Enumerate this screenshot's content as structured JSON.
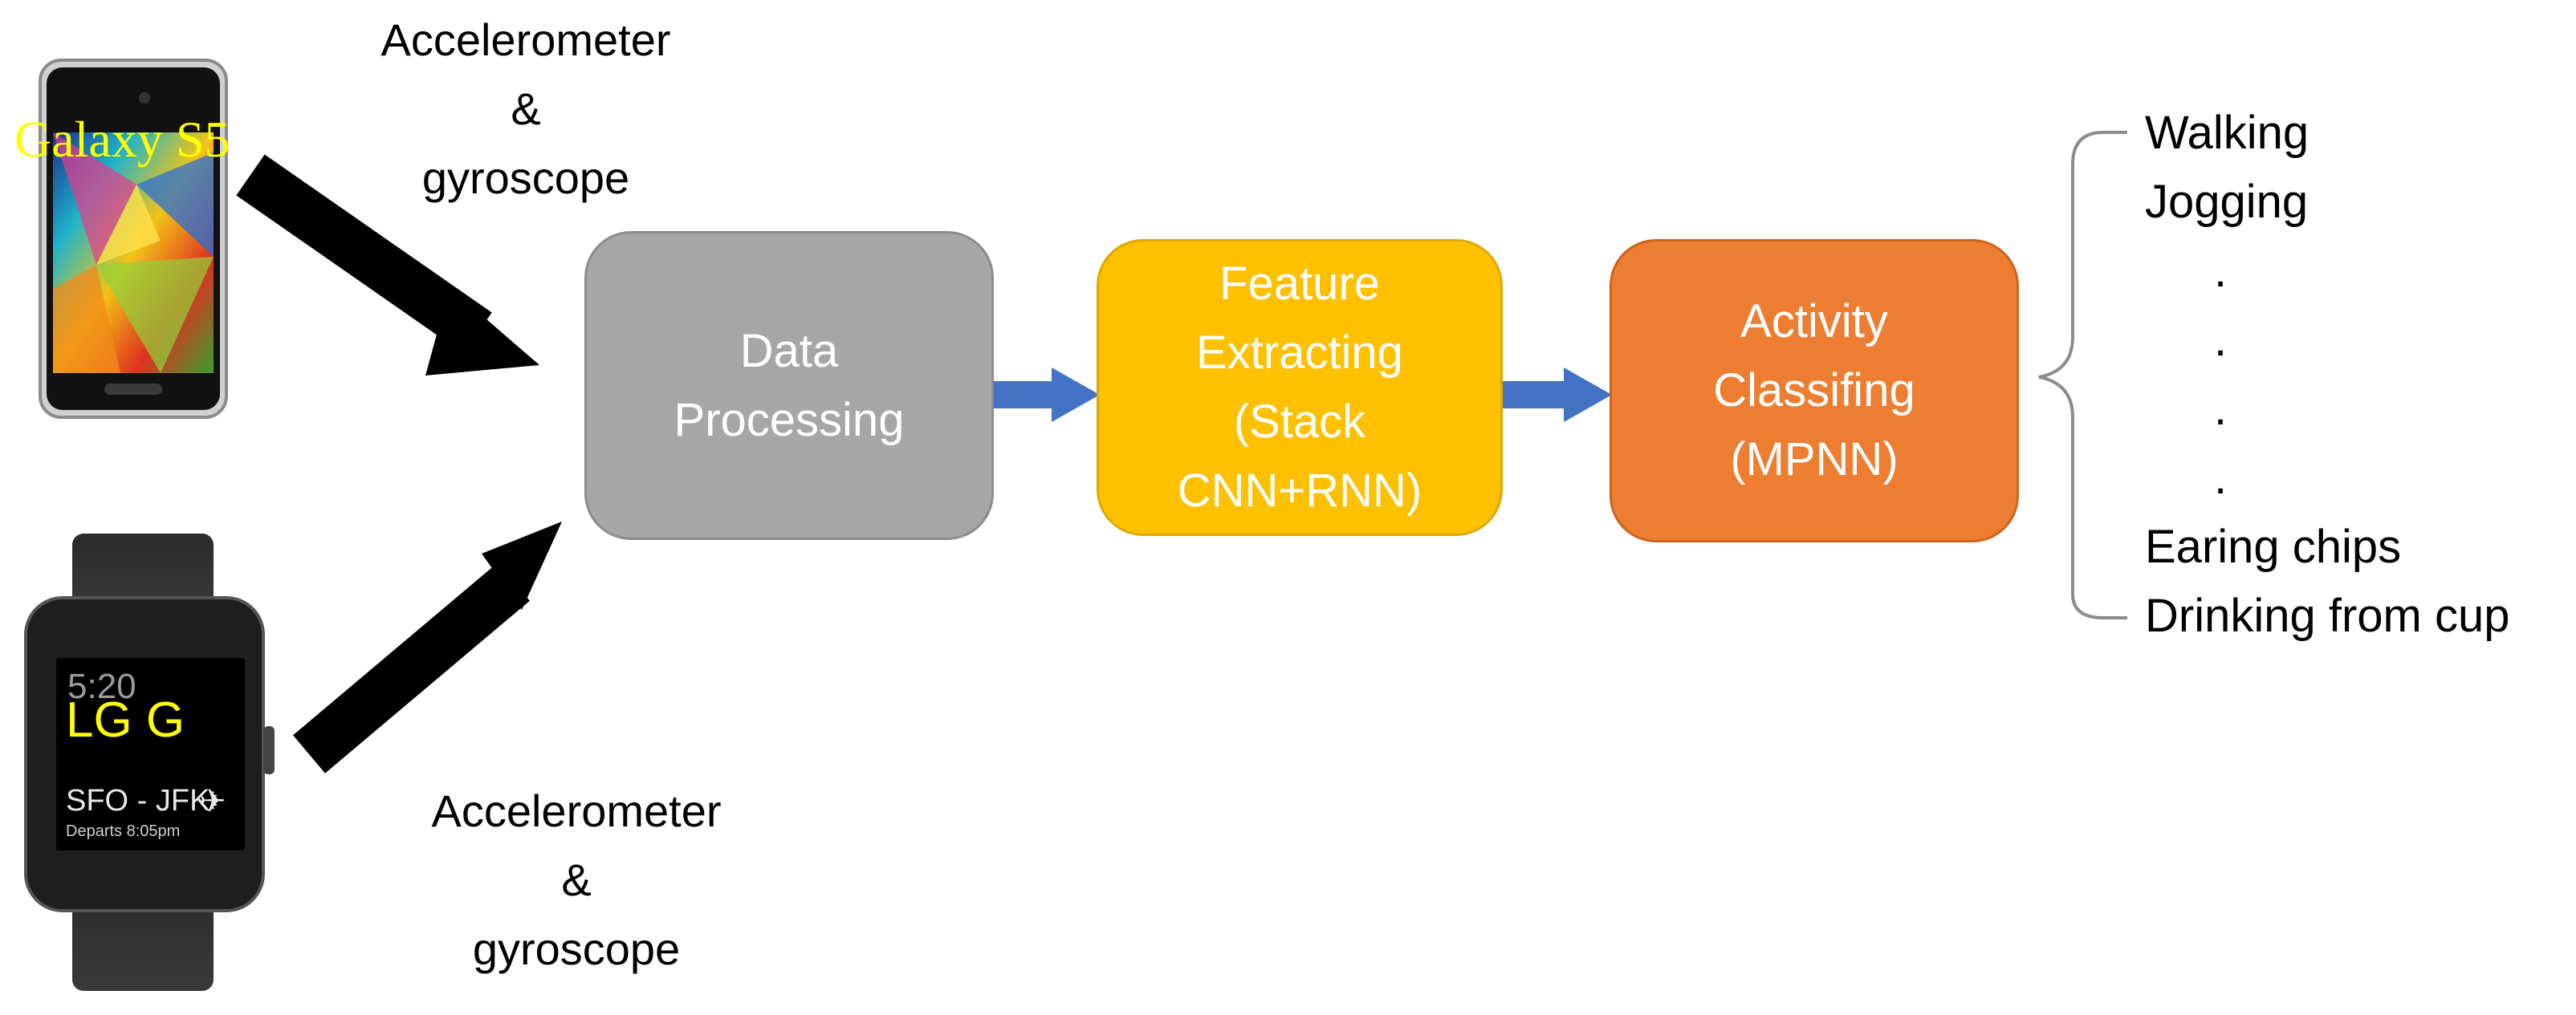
{
  "inputs": [
    {
      "device_label": "Galaxy S5",
      "sensor_lines": [
        "Accelerometer",
        "&",
        "gyroscope"
      ]
    },
    {
      "device_label": "LG G",
      "watch_screen": {
        "time": "5:20",
        "route": "SFO - JFK",
        "detail": "Departs 8:05pm",
        "plane_glyph": "✈"
      },
      "sensor_lines": [
        "Accelerometer",
        "&",
        "gyroscope"
      ]
    }
  ],
  "pipeline": [
    {
      "label": "Data\nProcessing",
      "color": "#a6a6a6",
      "border": "#8c8c8c"
    },
    {
      "label": "Feature\nExtracting\n(Stack\nCNN+RNN)",
      "color": "#ffc000",
      "border": "#e0a800"
    },
    {
      "label": "Activity\nClassifing\n(MPNN)",
      "color": "#ed7d31",
      "border": "#c9651f"
    }
  ],
  "outputs": {
    "items": [
      "Walking",
      "Jogging",
      ".",
      ".",
      ".",
      ".",
      "Earing chips",
      "Drinking from cup"
    ]
  },
  "colors": {
    "pipeline_arrow": "#4472c4",
    "input_arrow": "#000000",
    "device_label": "#ffff00"
  }
}
